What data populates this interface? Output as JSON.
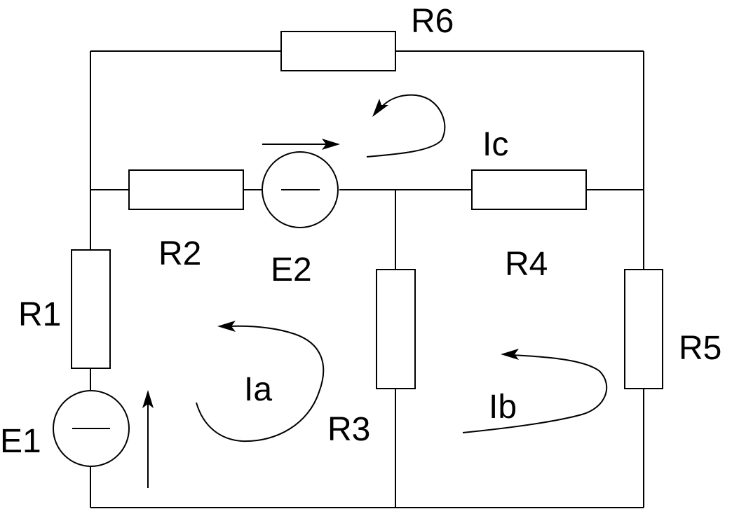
{
  "diagram": {
    "type": "electrical circuit",
    "colors": {
      "line": "#000000",
      "background": "#ffffff"
    },
    "resistors": {
      "r1": "R1",
      "r2": "R2",
      "r3": "R3",
      "r4": "R4",
      "r5": "R5",
      "r6": "R6"
    },
    "sources": {
      "e1": "E1",
      "e2": "E2"
    },
    "loop_currents": {
      "ia": "Ia",
      "ib": "Ib",
      "ic": "Ic"
    }
  }
}
